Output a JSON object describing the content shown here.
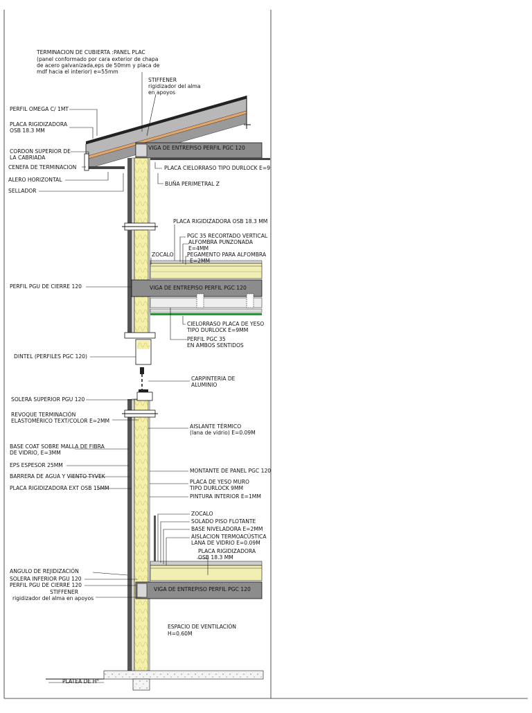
{
  "labels": {
    "roof_1": "TERMINACION DE CUBIERTA :PANEL PLAC",
    "roof_2": "(panel conformado por cara exterior de chapa",
    "roof_3": "de acero galvanizada,eps de 50mm y placa de",
    "roof_4": "mdf hacia el interior) e=55mm",
    "stiffener_top_1": "STIFFENER",
    "stiffener_top_2": "rigidizador del alma",
    "stiffener_top_3": "en apoyos",
    "omega": "PERFIL OMEGA C/ 1MT",
    "osb_top_1": "PLACA RIGIDIZADORA",
    "osb_top_2": "OSB 18.3 MM",
    "cordon_1": "CORDON SUPERIOR DE",
    "cordon_2": "LA CABRIADA",
    "cenefa": "CENEFA DE TERMINACION",
    "alero": "ALERO HORIZONTAL",
    "sellador": "SELLADOR",
    "beam_1": "VIGA DE ENTREPISO PERFIL PGC 120",
    "cielorraso_top": "PLACA CIELORRASO TIPO DURLOCK E=9",
    "buna": "BUÑA PERIMETRAL Z",
    "osb_mid": "PLACA RIGIDIZADORA OSB 18.3 MM",
    "pgc35_1": "PGC 35 RECORTADO VERTICAL",
    "alfombra_1": "ALFOMBRA PUNZONADA",
    "alfombra_2": "E=4MM",
    "pegamento_1": "PEGAMENTO PARA ALFOMBRA",
    "pegamento_2": "E=2MM",
    "zocalo_mid": "ZOCALO",
    "pgu_cierre_mid": "PERFIL PGU DE CIERRE 120",
    "beam_2": "VIGA DE ENTREPISO PERFIL PGC 120",
    "cielorraso_mid_1": "CIELORRASO PLACA DE YESO",
    "cielorraso_mid_2": "TIPO DURLOCK E=9MM",
    "pgc35_2": "PERFIL PGC 35",
    "pgc35_3": "EN AMBOS SENTIDOS",
    "dintel": "DINTEL  (PERFILES PGC 120)",
    "carpinteria_1": "CARPINTERIA DE",
    "carpinteria_2": "ALUMINIO",
    "solera_sup": "SOLERA SUPERIOR PGU 120",
    "revoque_1": "REVOQUE TERMINACIÓN",
    "revoque_2": "ELASTOMÉRICO TEXT/COLOR E=2MM",
    "aislante_1": "AISLANTE TÉRMICO",
    "aislante_2": "(lana de vidrio) E=0.09M",
    "basecoat_1": "BASE COAT SOBRE MALLA DE FIBRA",
    "basecoat_2": "DE VIDRIO, E=3MM",
    "eps": "EPS ESPESOR 25MM",
    "montante": "MONTANTE DE PANEL PGC 120",
    "barrera": "BARRERA DE AGUA Y VIENTO TYVEK",
    "yeso_muro_1": "PLACA DE YESO MURO",
    "yeso_muro_2": "TIPO DURLOCK 9MM",
    "osb_ext": "PLACA RIGIDIZADORA EXT  OSB 15MM",
    "pintura": "PINTURA INTERIOR E=1MM",
    "zocalo_low": "ZOCALO",
    "solado": "SOLADO PISO FLOTANTE",
    "base_niv": "BASE NIVELADORA E=2MM",
    "aislacion_1": "AISLACION TERMOACÚSTICA",
    "aislacion_2": "LANA DE VIDRIO E=0.09M",
    "osb_low_1": "PLACA RIGIDIZADORA",
    "osb_low_2": "OSB 18.3 MM",
    "angulo": "ANGULO DE REJIDIZACIÓN",
    "solera_inf": "SOLERA INFERIOR PGU 120",
    "pgu_cierre_low": "PERFIL PGU DE CIERRE 120",
    "stiffener_low_1": "STIFFENER",
    "stiffener_low_2": "rigidizador del alma en apoyos",
    "beam_3": "VIGA DE ENTREPISO PERFIL PGC 120",
    "ventilacion_1": "ESPACIO DE VENTILACIÓN",
    "ventilacion_2": "H=0.60M",
    "platea": "PLATEA DE H°"
  },
  "colors": {
    "insulation": "#f5f0a8",
    "beam": "#8c8c8c",
    "roof_panel": "#b8b8b8",
    "osb": "#e8c9a6",
    "floor": "#f3eeb2",
    "green_line": "#2f8f3f",
    "concrete": "#f2f2f2"
  }
}
